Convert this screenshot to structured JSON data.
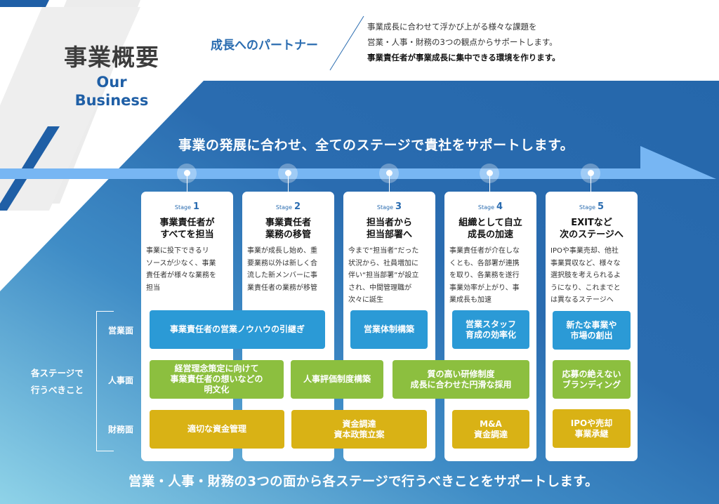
{
  "header": {
    "title_jp": "事業概要",
    "title_en": "Our Business",
    "partner_label": "成長へのパートナー",
    "description": [
      "事業成長に合わせて浮かび上がる様々な課題を",
      "営業・人事・財務の3つの観点からサポートします。",
      "事業責任者が事業成長に集中できる環境を作ります。"
    ]
  },
  "headline": "事業の発展に合わせ、全てのステージで貴社をサポートします。",
  "stage_prefix": "Stage",
  "stages": [
    {
      "num": "1",
      "title": "事業責任者が\nすべてを担当",
      "desc": "事業に投下できるリ\nソースが少なく、事業\n責任者が様々な業務を\n担当"
    },
    {
      "num": "2",
      "title": "事業責任者\n業務の移管",
      "desc": "事業が成長し始め、重\n要業務以外は新しく合\n流した新メンバーに事\n業責任者の業務が移管"
    },
    {
      "num": "3",
      "title": "担当者から\n担当部署へ",
      "desc": "今まで“担当者”だった\n状況から、社員増加に\n伴い“担当部署”が設立\nされ、中間管理職が\n次々に誕生"
    },
    {
      "num": "4",
      "title": "組織として自立\n成長の加速",
      "desc": "事業責任者が介在しな\nくとも、各部署が連携\nを取り、各業務を遂行\n事業効率が上がり、事\n業成長も加速"
    },
    {
      "num": "5",
      "title": "EXITなど\n次のステージへ",
      "desc": "IPOや事業売却、他社\n事業買収など、様々な\n選択肢を考えられるよ\nうになり、これまでと\nは異なるステージへ"
    }
  ],
  "side_label": [
    "各ステージで",
    "行うべきこと"
  ],
  "rows": {
    "sales": {
      "label": "営業面",
      "tasks": [
        "事業責任者の営業ノウハウの引継ぎ",
        "営業体制構築",
        "営業スタッフ\n育成の効率化",
        "新たな事業や\n市場の創出"
      ]
    },
    "hr": {
      "label": "人事面",
      "tasks": [
        "経営理念策定に向けて\n事業責任者の想いなどの\n明文化",
        "人事評価制度構築",
        "質の高い研修制度\n成長に合わせた円滑な採用",
        "応募の絶えない\nブランディング"
      ]
    },
    "finance": {
      "label": "財務面",
      "tasks": [
        "適切な資金管理",
        "資金調達\n資本政策立案",
        "M&A\n資金調達",
        "IPOや売却\n事業承継"
      ]
    }
  },
  "footer": "営業・人事・財務の3つの面から各ステージで行うべきことをサポートします。",
  "colors": {
    "brand_blue": "#2a6cb0",
    "dark_blue": "#2567ab",
    "arrow_blue": "#77b6f3",
    "sales": "#2b9ad6",
    "hr": "#8cbf3f",
    "finance": "#d9b215"
  }
}
